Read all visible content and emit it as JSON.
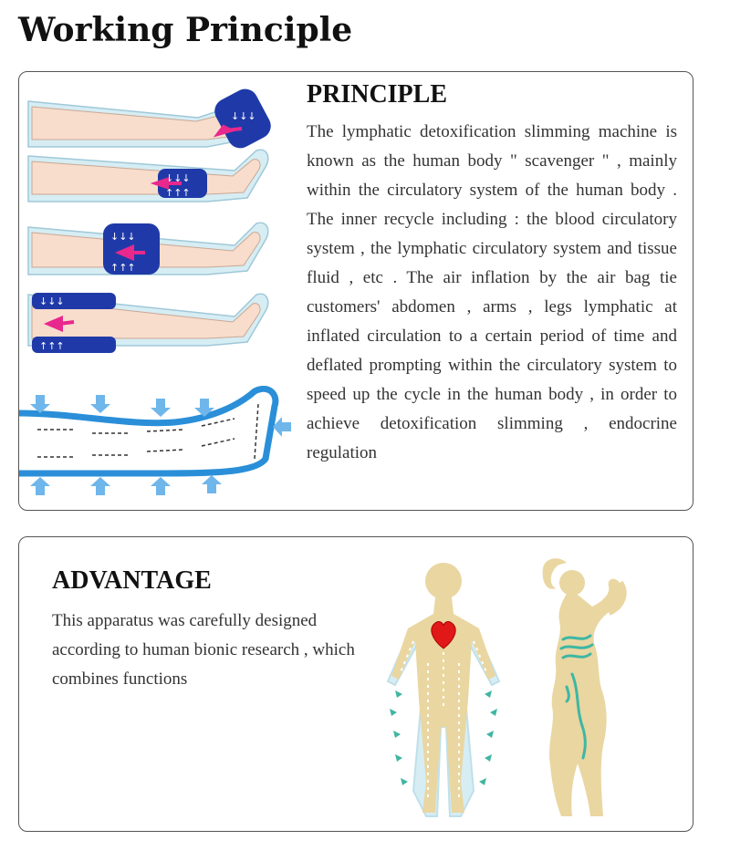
{
  "page": {
    "title": "Working Principle"
  },
  "principle": {
    "heading": "PRINCIPLE",
    "text": "The lymphatic detoxification slimming machine is known as the human body \" scavenger \" , mainly within the circulatory system of the human body . The inner recycle including : the blood circulatory system , the lymphatic circulatory system and tissue fluid , etc . The air inflation by the air bag tie customers' abdomen , arms , legs lymphatic at inflated circulation to a certain period of time and deflated prompting within the circulatory system to speed up the cycle in the human body , in order to achieve detoxification slimming , endocrine regulation"
  },
  "advantage": {
    "heading": "ADVANTAGE",
    "text": "This apparatus was carefully designed according to human bionic research , which combines functions"
  },
  "colors": {
    "cuff_blue": "#1f3aa8",
    "leg_skin": "#f8dccc",
    "sleeve_light": "#d6edf4",
    "arrow_pink": "#e8288c",
    "flow_blue": "#2a8fd8",
    "arrow_light_blue": "#6fb6ea",
    "body_tan": "#e9d6a1",
    "heart_red": "#e11818",
    "teal": "#3fb6a3"
  },
  "icons": [
    "leg-compression-icon",
    "leg-flow-diagram-icon",
    "body-circulation-icon",
    "female-silhouette-icon",
    "heart-icon"
  ]
}
